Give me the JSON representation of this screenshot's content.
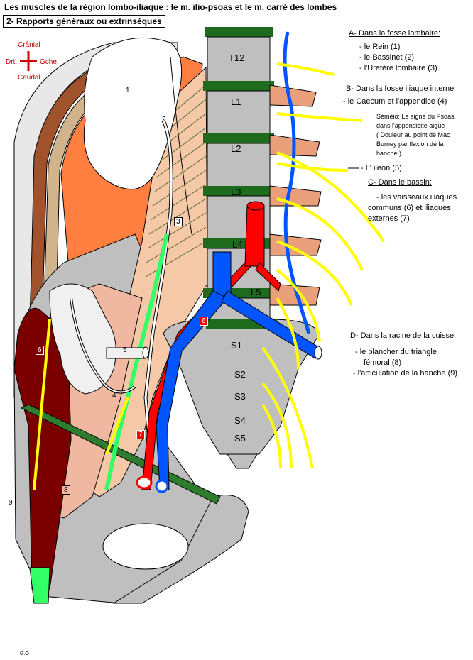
{
  "title": "Les muscles de la  région lombo-iliaque : le m. ilio-psoas et le m. carré des lombes",
  "subtitle": "2- Rapports  généraux  ou extrinsèques",
  "orientation": {
    "up": "Crânial",
    "down": "Caudal",
    "left": "Drt.",
    "right": "Gche."
  },
  "vertebrae": [
    "T12",
    "L1",
    "L2",
    "L3",
    "L4",
    "L5",
    "S1",
    "S2",
    "S3",
    "S4",
    "S5"
  ],
  "figure_numbers": [
    "1",
    "2",
    "3",
    "4",
    "5",
    "6",
    "6",
    "7",
    "8",
    "9"
  ],
  "sections": {
    "A": {
      "heading": "A- Dans la fosse lombaire:",
      "items": [
        "- le Rein (1)",
        "- le Bassinet (2)",
        "- l'Uretère lombaire (3)"
      ]
    },
    "B": {
      "heading": "B- Dans la fosse iliaque interne",
      "items": [
        "- le Caecum et  l'appendice (4)"
      ],
      "note": [
        "Séméio: Le signe du Psoas",
        "dans l'appendicite aigüe",
        "( Douleur au point de Mac",
        "Burney par flexion de la",
        "hanche )."
      ],
      "items2": [
        "- L' iléon (5)"
      ]
    },
    "C": {
      "heading": "C- Dans le bassin:",
      "items": [
        "- les vaisseaux iliaques",
        "communs (6) et iliaques",
        "externes (7)"
      ]
    },
    "D": {
      "heading": "D- Dans la racine de la cuisse:",
      "items": [
        "- le plancher du triangle",
        "fémoral (8)",
        "- l'articulation de la hanche (9)"
      ]
    }
  },
  "signature": "G.O",
  "colors": {
    "bone": "#bfbfbf",
    "disc": "#1e6b1e",
    "artery": "#ff0000",
    "vein": "#0055ff",
    "nerve": "#ffff00",
    "kidney": "#ffffff",
    "psoas": "#f5c8a8",
    "muscle_dark": "#7a0000",
    "lumborum": "#ff7f40",
    "tendon": "#33ff66"
  }
}
